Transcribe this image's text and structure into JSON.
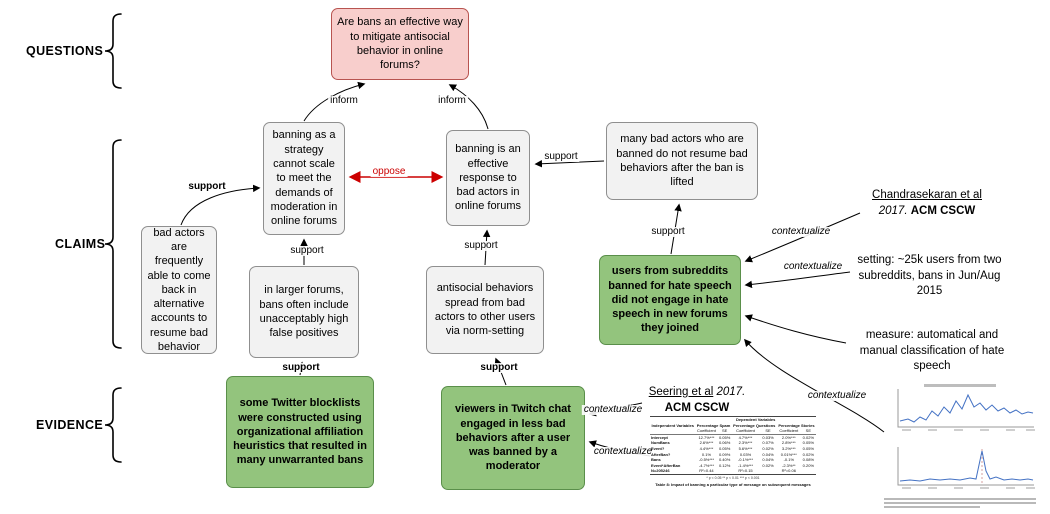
{
  "rows": {
    "questions": "QUESTIONS",
    "claims": "CLAIMS",
    "evidence": "EVIDENCE"
  },
  "nodes": {
    "question": {
      "text": "Are bans an effective way to mitigate antisocial behavior in online forums?"
    },
    "claim_scale": {
      "text": "banning as a strategy cannot scale to meet the demands of moderation in online forums"
    },
    "claim_effective": {
      "text": "banning is an effective response to bad actors in online forums"
    },
    "claim_no_resume": {
      "text": "many bad actors who are banned do not resume bad behaviors after the ban is lifted"
    },
    "claim_comeback": {
      "text": "bad actors are frequently able to come back in alternative accounts to resume bad behavior"
    },
    "claim_false_positives": {
      "text": "in larger forums, bans often include unacceptably high false positives"
    },
    "claim_norm_setting": {
      "text": "antisocial behaviors spread from bad actors to other users via norm-setting"
    },
    "evidence_subreddits": {
      "text": "users from subreddits banned for hate speech did not engage in hate speech in new forums they joined"
    },
    "evidence_blocklists": {
      "text": "some Twitter blocklists were constructed using organizational affiliation heuristics that resulted in many unwarranted bans"
    },
    "evidence_twitch": {
      "text": "viewers in Twitch chat engaged in less bad behaviors after a user was banned by a moderator"
    }
  },
  "edge_labels": {
    "inform": "inform",
    "support": "support",
    "oppose": "oppose",
    "contextualize": "contextualize"
  },
  "annotations": {
    "chandrasekaran": {
      "authors": "Chandrasekaran et al",
      "year": "2017.",
      "venue": "ACM CSCW"
    },
    "setting_note": "setting: ~25k users from two subreddits, bans in Jun/Aug 2015",
    "measure_note": "measure: automatical and manual classification of hate speech",
    "seering": {
      "authors": "Seering et al",
      "year": "2017.",
      "venue": "ACM CSCW"
    }
  },
  "table": {
    "dependent_header": "Dependent Variables",
    "row_header": "Independent Variables",
    "col_groups": [
      "Percentage Spam",
      "Percentage Questions",
      "Percentage Stories"
    ],
    "sub_cols": [
      "Coefficient",
      "SE"
    ],
    "rows": [
      [
        "Intercept",
        "12.7%***",
        "0.05%",
        "4.7%***",
        "0.03%",
        "2.0%***",
        "0.02%"
      ],
      [
        "NumBans",
        "2.6%***",
        "0.06%",
        "2.3%***",
        "0.07%",
        "2.8%***",
        "0.05%"
      ],
      [
        "Event?",
        "4.4%***",
        "0.05%",
        "5.6%***",
        "0.02%",
        "3.2%***",
        "0.05%"
      ],
      [
        "AfterBan?",
        "0.1%",
        "0.09%",
        "0.03%",
        "0.04%",
        "0.01%***",
        "0.02%"
      ],
      [
        "Bans",
        "-0.5%***",
        "0.40%",
        "-0.1%***",
        "0.04%",
        "-0.1%",
        "0.08%"
      ],
      [
        "Event*AfterBan",
        "-4.7%***",
        "0.12%",
        "-1.4%***",
        "0.02%",
        "-2.3%**",
        "0.20%"
      ],
      [
        "N=205246",
        "R²=0.44",
        "",
        "R²=0.15",
        "",
        "R²=0.06",
        ""
      ]
    ],
    "footer": "* p < 0.05  ** p < 0.01  *** p < 0.001",
    "caption": "Table 8: Impact of banning a particular type of message on subsequent messages"
  },
  "colors": {
    "question_fill": "#f8cecc",
    "question_stroke": "#b85450",
    "claim_fill": "#f2f2f2",
    "claim_stroke": "#8f8f8f",
    "evidence_fill": "#93c47d",
    "evidence_stroke": "#5a8f4a",
    "oppose_red": "#cc0000",
    "chart_line_blue": "#4472c4"
  }
}
